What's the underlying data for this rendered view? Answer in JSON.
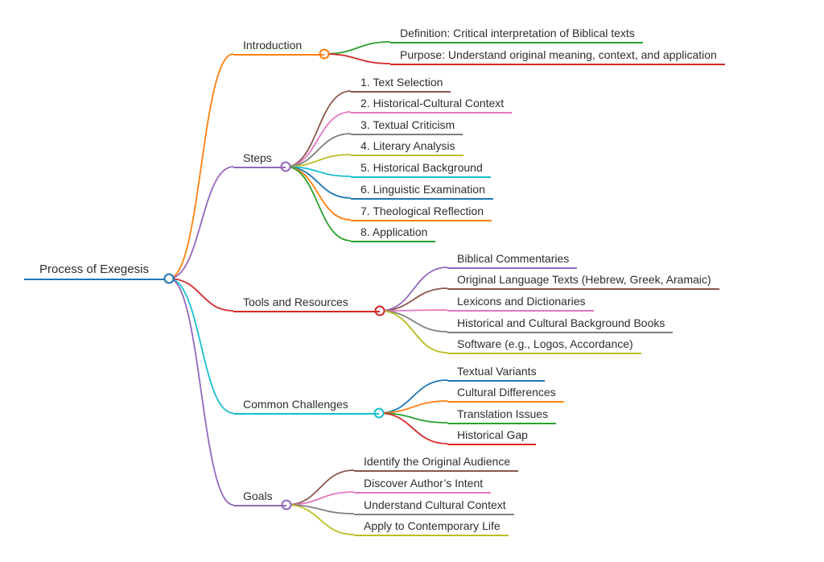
{
  "root": {
    "label": "Process of Exegesis",
    "color": "#1f77b4"
  },
  "branches": [
    {
      "label": "Introduction",
      "color": "#ff7f0e",
      "children": [
        {
          "label": "Definition: Critical interpretation of Biblical texts",
          "color": "#2ca02c"
        },
        {
          "label": "Purpose: Understand original meaning, context, and application",
          "color": "#d62728"
        }
      ]
    },
    {
      "label": "Steps",
      "color": "#9467bd",
      "children": [
        {
          "label": "1. Text Selection",
          "color": "#8c564b"
        },
        {
          "label": "2. Historical-Cultural Context",
          "color": "#e377c2"
        },
        {
          "label": "3. Textual Criticism",
          "color": "#7f7f7f"
        },
        {
          "label": "4. Literary Analysis",
          "color": "#bcbd22"
        },
        {
          "label": "5. Historical Background",
          "color": "#17becf"
        },
        {
          "label": "6. Linguistic Examination",
          "color": "#1f77b4"
        },
        {
          "label": "7. Theological Reflection",
          "color": "#ff7f0e"
        },
        {
          "label": "8. Application",
          "color": "#2ca02c"
        }
      ]
    },
    {
      "label": "Tools and Resources",
      "color": "#d62728",
      "children": [
        {
          "label": "Biblical Commentaries",
          "color": "#9467bd"
        },
        {
          "label": "Original Language Texts (Hebrew, Greek, Aramaic)",
          "color": "#8c564b"
        },
        {
          "label": "Lexicons and Dictionaries",
          "color": "#e377c2"
        },
        {
          "label": "Historical and Cultural Background Books",
          "color": "#7f7f7f"
        },
        {
          "label": "Software (e.g., Logos, Accordance)",
          "color": "#bcbd22"
        }
      ]
    },
    {
      "label": "Common Challenges",
      "color": "#17becf",
      "children": [
        {
          "label": "Textual Variants",
          "color": "#1f77b4"
        },
        {
          "label": "Cultural Differences",
          "color": "#ff7f0e"
        },
        {
          "label": "Translation Issues",
          "color": "#2ca02c"
        },
        {
          "label": "Historical Gap",
          "color": "#d62728"
        }
      ]
    },
    {
      "label": "Goals",
      "color": "#9467bd",
      "children": [
        {
          "label": "Identify the Original Audience",
          "color": "#8c564b"
        },
        {
          "label": "Discover Author’s Intent",
          "color": "#e377c2"
        },
        {
          "label": "Understand Cultural Context",
          "color": "#7f7f7f"
        },
        {
          "label": "Apply to Contemporary Life",
          "color": "#bcbd22"
        }
      ]
    }
  ]
}
